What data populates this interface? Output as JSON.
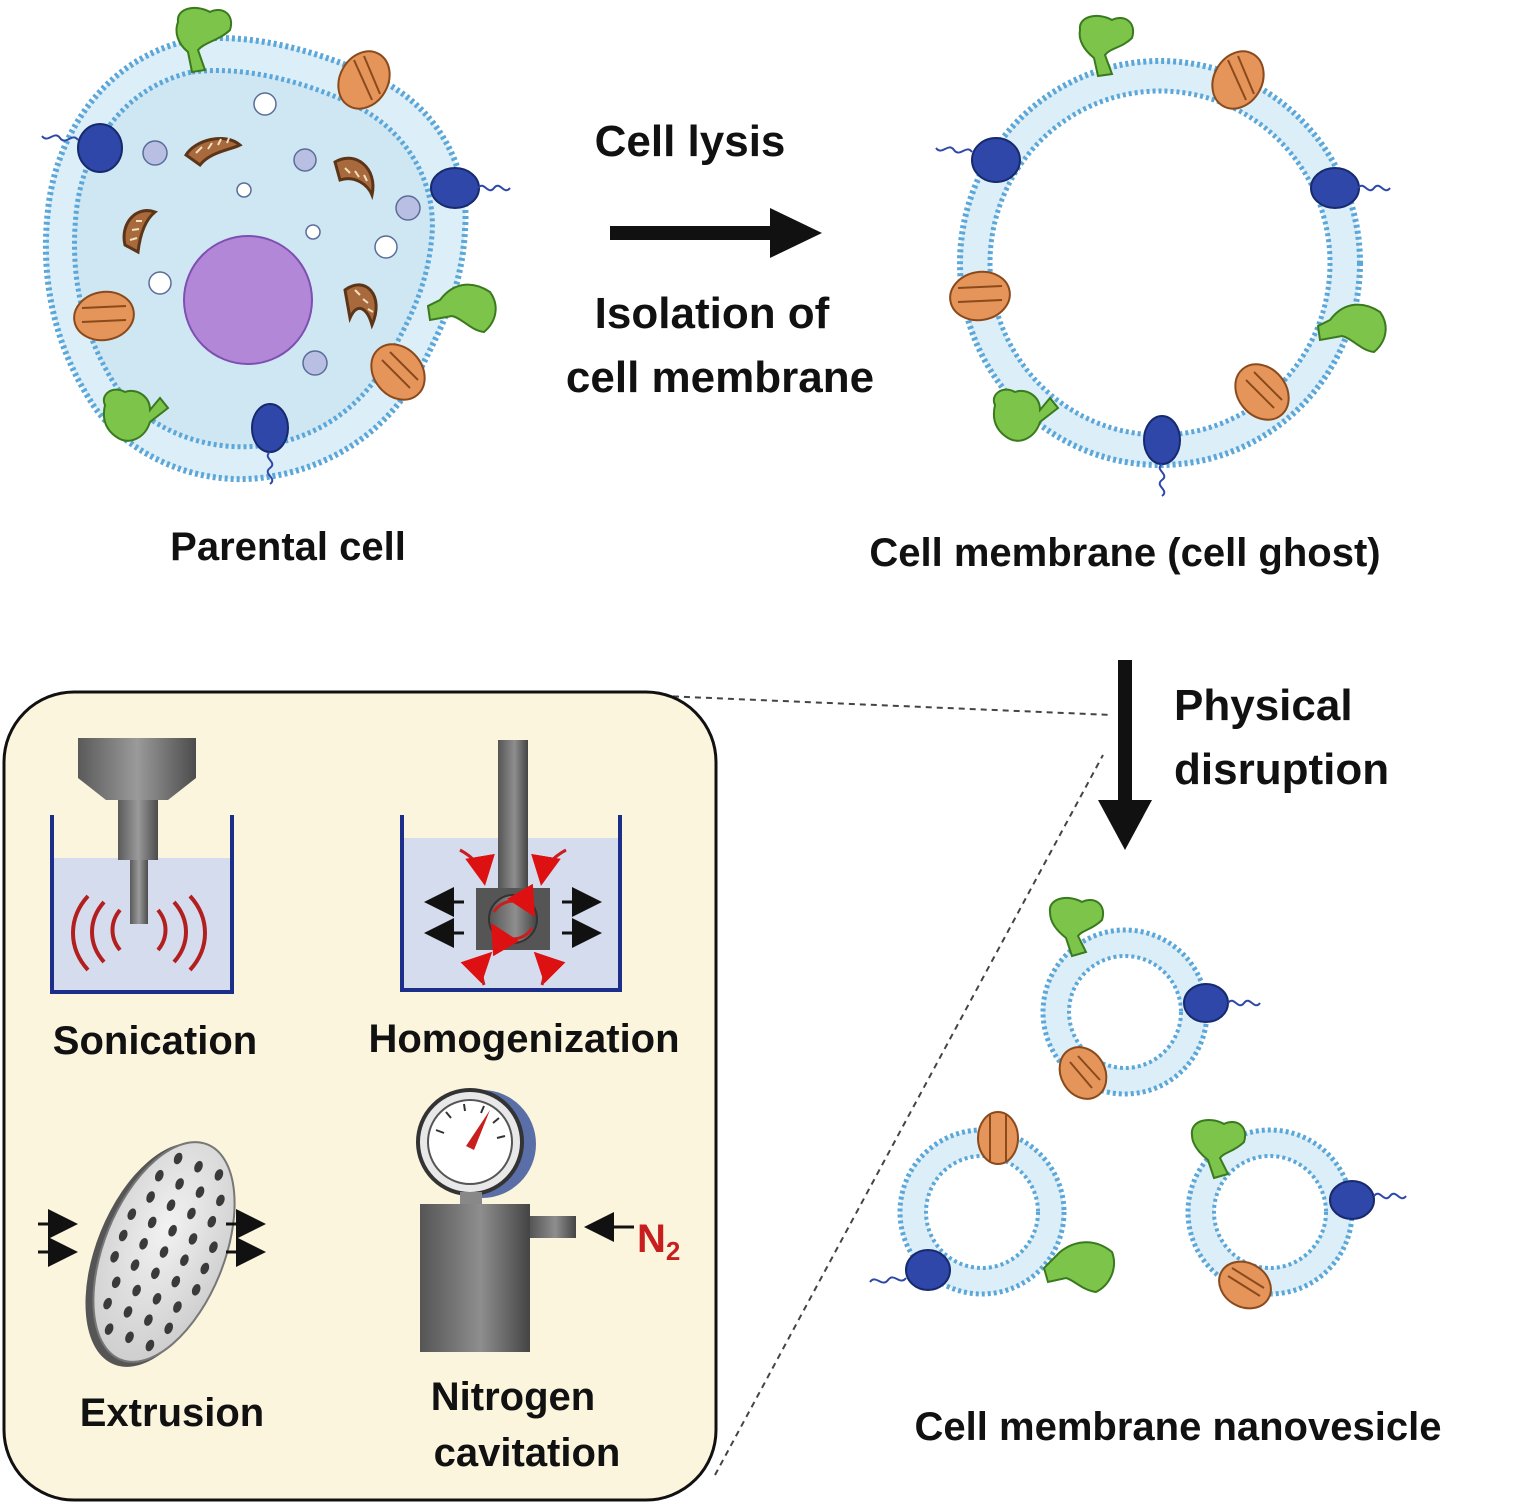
{
  "labels": {
    "parental_cell": "Parental cell",
    "cell_ghost": "Cell membrane (cell ghost)",
    "step1_line1": "Cell lysis",
    "step1_line2": "Isolation of",
    "step1_line3": "cell membrane",
    "step2_line1": "Physical",
    "step2_line2": "disruption",
    "nanovesicle": "Cell membrane nanovesicle"
  },
  "methods": {
    "sonication": "Sonication",
    "homogenization": "Homogenization",
    "extrusion": "Extrusion",
    "nitrogen_line1": "Nitrogen",
    "nitrogen_line2": "cavitation",
    "n2_symbol": "N",
    "n2_subscript": "2"
  },
  "colors": {
    "membrane": "#5ba7d9",
    "cytoplasm": "#d8eaf4",
    "nucleus": "#b287d8",
    "receptor_green": "#7dc44a",
    "channel_orange": "#e5955a",
    "protein_blue": "#2e47a8",
    "mitochondria": "#a86a3c",
    "panel_bg": "#fbf5dd",
    "liquid": "#d5dcee",
    "wave_red": "#b21f1f"
  }
}
